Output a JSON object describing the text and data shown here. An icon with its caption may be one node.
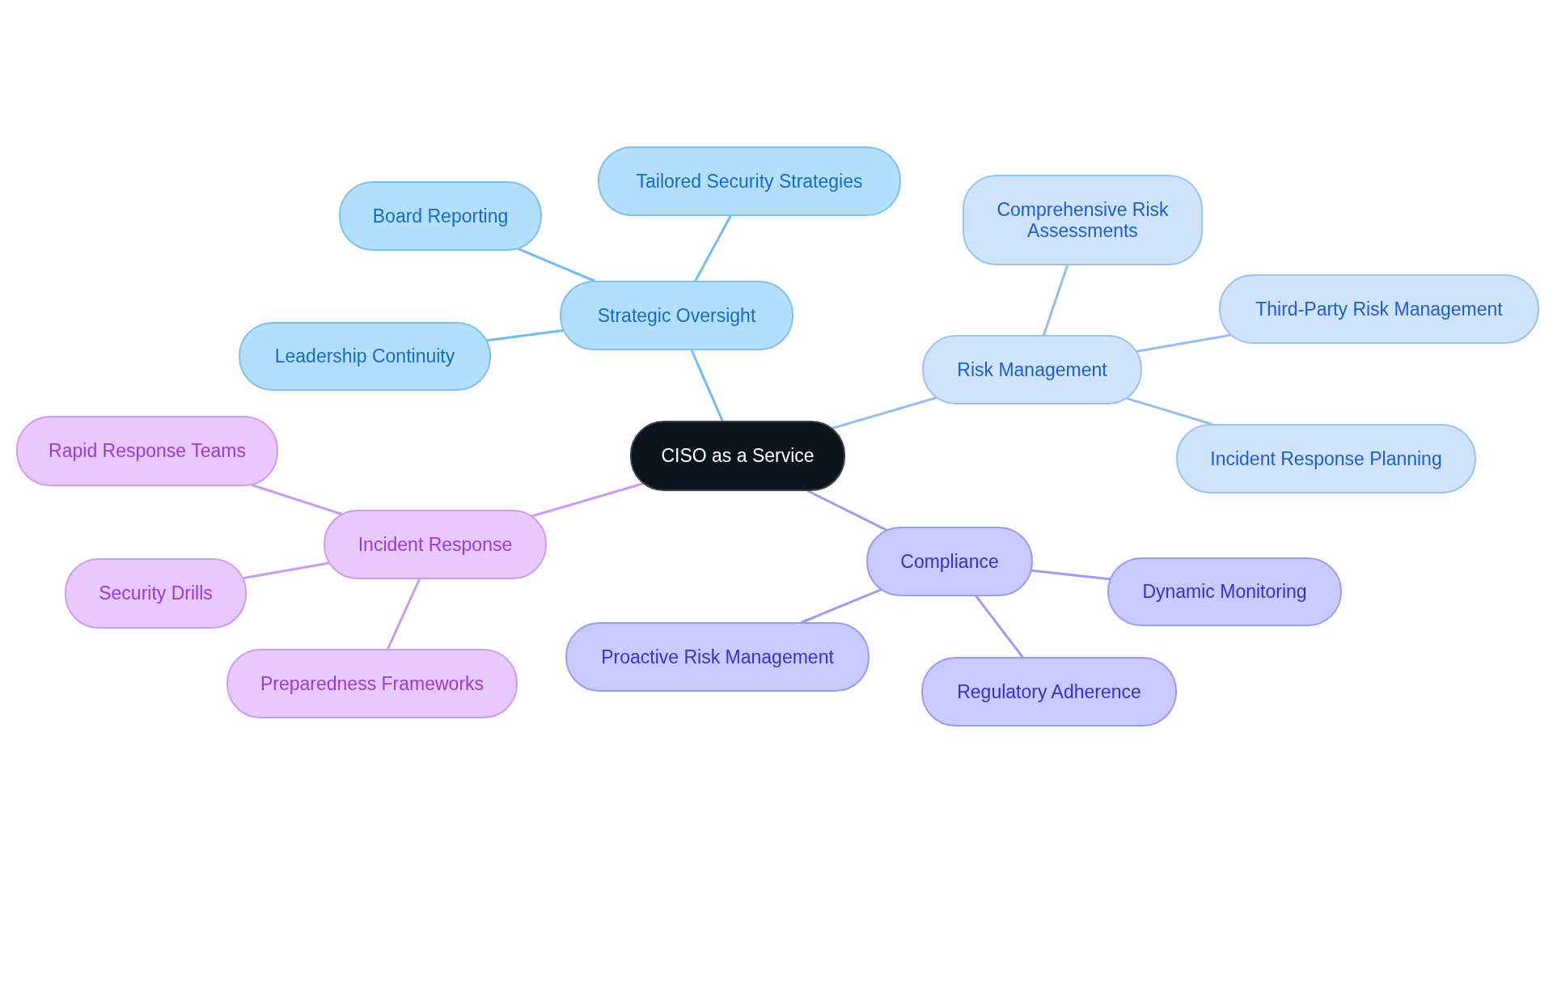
{
  "diagram": {
    "nodes": [
      {
        "text": [
          "CISO as a Service"
        ]
      },
      {
        "text": [
          "Strategic Oversight"
        ]
      },
      {
        "text": [
          "Tailored Security Strategies"
        ]
      },
      {
        "text": [
          "Board Reporting"
        ]
      },
      {
        "text": [
          "Leadership Continuity"
        ]
      },
      {
        "text": [
          "Risk Management"
        ]
      },
      {
        "text": [
          "Comprehensive Risk Assessments"
        ]
      },
      {
        "text": [
          "Third-Party Risk Management"
        ]
      },
      {
        "text": [
          "Incident Response Planning"
        ]
      },
      {
        "text": [
          "Compliance"
        ]
      },
      {
        "text": [
          "Dynamic Monitoring"
        ]
      },
      {
        "text": [
          "Proactive Risk Management"
        ]
      },
      {
        "text": [
          "Regulatory Adherence"
        ]
      },
      {
        "text": [
          "Incident Response"
        ]
      },
      {
        "text": [
          "Rapid Response Teams"
        ]
      },
      {
        "text": [
          "Security Drills"
        ]
      },
      {
        "text": [
          "Preparedness Frameworks"
        ]
      }
    ],
    "edges": [
      {
        "from": 0,
        "to": 1,
        "arrow": "none",
        "color": "#74bcef"
      },
      {
        "from": 1,
        "to": 2,
        "arrow": "none",
        "color": "#74bcef"
      },
      {
        "from": 1,
        "to": 3,
        "arrow": "none",
        "color": "#74bcef"
      },
      {
        "from": 1,
        "to": 4,
        "arrow": "none",
        "color": "#74bcef"
      },
      {
        "from": 0,
        "to": 5,
        "arrow": "none",
        "color": "#96bdee"
      },
      {
        "from": 5,
        "to": 6,
        "arrow": "none",
        "color": "#96bdee"
      },
      {
        "from": 5,
        "to": 7,
        "arrow": "none",
        "color": "#96bdee"
      },
      {
        "from": 5,
        "to": 8,
        "arrow": "none",
        "color": "#96bdee"
      },
      {
        "from": 0,
        "to": 9,
        "arrow": "none",
        "color": "#9d9cf0"
      },
      {
        "from": 9,
        "to": 10,
        "arrow": "none",
        "color": "#9d9cf0"
      },
      {
        "from": 9,
        "to": 11,
        "arrow": "none",
        "color": "#9d9cf0"
      },
      {
        "from": 9,
        "to": 12,
        "arrow": "none",
        "color": "#9d9cf0"
      },
      {
        "from": 0,
        "to": 13,
        "arrow": "none",
        "color": "#cc9af0"
      },
      {
        "from": 13,
        "to": 14,
        "arrow": "none",
        "color": "#cc9af0"
      },
      {
        "from": 13,
        "to": 15,
        "arrow": "none",
        "color": "#cc9af0"
      },
      {
        "from": 13,
        "to": 16,
        "arrow": "none",
        "color": "#cc9af0"
      }
    ]
  }
}
